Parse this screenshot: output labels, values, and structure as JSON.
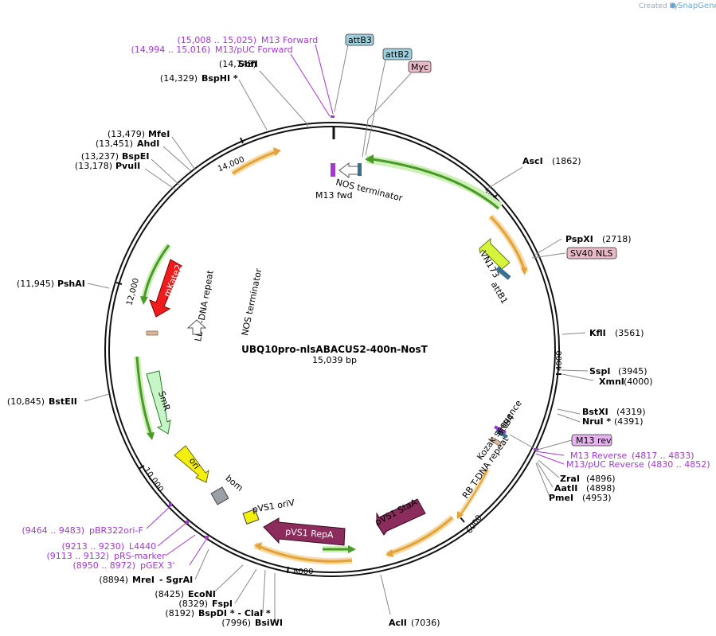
{
  "brand": {
    "created_by": "Created by",
    "name": "SnapGene"
  },
  "plasmid": {
    "name": "UBQ10pro-nlsABACUS2-400n-NosT",
    "length": "15,039 bp"
  },
  "ticks": [
    "2000",
    "4000",
    "6000",
    "8000",
    "10,000",
    "12,000",
    "14,000"
  ],
  "sites": [
    {
      "name": "SbfI",
      "pos": "(14,745)"
    },
    {
      "name": "BspHI *",
      "pos": "(14,329)"
    },
    {
      "name": "MfeI",
      "pos": "(13,479)"
    },
    {
      "name": "AhdI",
      "pos": "(13,451)"
    },
    {
      "name": "BspEI",
      "pos": "(13,237)"
    },
    {
      "name": "PvuII",
      "pos": "(13,178)"
    },
    {
      "name": "PshAI",
      "pos": "(11,945)"
    },
    {
      "name": "BstEII",
      "pos": "(10,845)"
    },
    {
      "name": "MreI",
      "pos": "(8894)"
    },
    {
      "name": "- SgrAI",
      "pos": ""
    },
    {
      "name": "EcoNI",
      "pos": "(8425)"
    },
    {
      "name": "FspI",
      "pos": "(8329)"
    },
    {
      "name": "BspDI * - ClaI *",
      "pos": "(8192)"
    },
    {
      "name": "BsiWI",
      "pos": "(7996)"
    },
    {
      "name": "AclI",
      "pos": "(7036)"
    },
    {
      "name": "AscI",
      "pos": "(1862)"
    },
    {
      "name": "PspXI",
      "pos": "(2718)"
    },
    {
      "name": "KflI",
      "pos": "(3561)"
    },
    {
      "name": "SspI",
      "pos": "(3945)"
    },
    {
      "name": "XmnI",
      "pos": "(4000)"
    },
    {
      "name": "BstXI",
      "pos": "(4319)"
    },
    {
      "name": "NruI *",
      "pos": "(4391)"
    },
    {
      "name": "ZraI",
      "pos": "(4896)"
    },
    {
      "name": "AatII",
      "pos": "(4898)"
    },
    {
      "name": "PmeI",
      "pos": "(4953)"
    }
  ],
  "primers": [
    {
      "name": "M13 Forward",
      "pos": "(15,008 .. 15,025)"
    },
    {
      "name": "M13/pUC Forward",
      "pos": "(14,994 .. 15,016)"
    },
    {
      "name": "M13 Reverse",
      "pos": "(4817 .. 4833)"
    },
    {
      "name": "M13/pUC Reverse",
      "pos": "(4830 .. 4852)"
    },
    {
      "name": "pBR322ori-F",
      "pos": "(9464 .. 9483)"
    },
    {
      "name": "L4440",
      "pos": "(9213 .. 9230)"
    },
    {
      "name": "pRS-marker",
      "pos": "(9113 .. 9132)"
    },
    {
      "name": "pGEX 3'",
      "pos": "(8950 .. 8972)"
    }
  ],
  "boxed": [
    {
      "name": "attB3",
      "color": "#9fd0df"
    },
    {
      "name": "attB2",
      "color": "#9fd0df"
    },
    {
      "name": "Myc",
      "color": "#e8b9c6"
    },
    {
      "name": "SV40 NLS",
      "color": "#e8b9c6"
    },
    {
      "name": "M13 rev",
      "color": "#e6b3f0"
    }
  ],
  "features": [
    "M13 fwd",
    "NOS terminator",
    "VN173",
    "attB1",
    "mKate2",
    "LB T-DNA repeat",
    "NOS terminator",
    "SmR",
    "ori",
    "bom",
    "pVS1 oriV",
    "pVS1 RepA",
    "pVS1 StaA",
    "RB T-DNA repeat",
    "Kozak sequence",
    "attB4"
  ],
  "colors": {
    "mKate2": "#ee1c1c",
    "VN173": "#d4f53c",
    "SmR": "#c8f5c8",
    "ori": "#f2ee10",
    "RepA": "#8b2c5c",
    "StaA": "#8b2c5c",
    "bom": "#9aa0a6",
    "oriV": "#f2ee10",
    "orange_arrow": "#e2a43a",
    "green_arrow": "#4a9a2a"
  }
}
